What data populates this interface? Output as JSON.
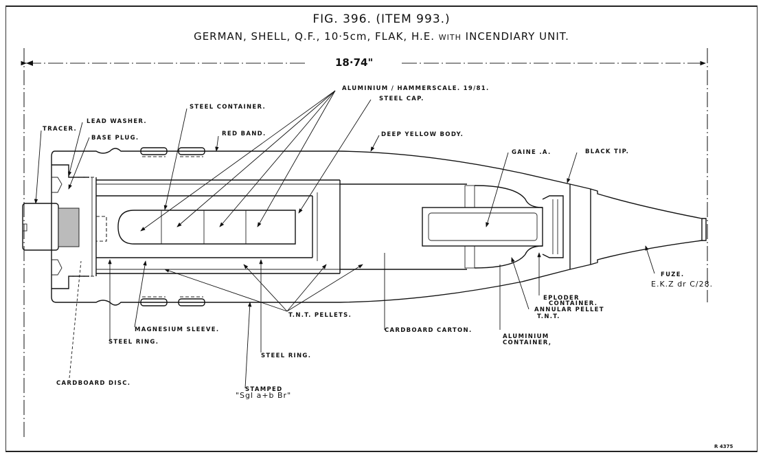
{
  "figure": {
    "title": "FIG. 396. (ITEM 993.)",
    "subtitle_main": "GERMAN, SHELL, Q.F., 10·5cm, FLAK, H.E.",
    "subtitle_small": "WITH",
    "subtitle_end": "INCENDIARY UNIT.",
    "overall_length": "18·74\"",
    "reference": "R 4375"
  },
  "labels": {
    "tracer": "TRACER.",
    "lead_washer": "LEAD WASHER.",
    "base_plug": "BASE PLUG.",
    "steel_container": "STEEL CONTAINER.",
    "red_band": "RED BAND.",
    "aluminium_hammerscale": "ALUMINIUM / HAMMERSCALE. 19/81.",
    "steel_cap": "STEEL CAP.",
    "deep_yellow_body": "DEEP YELLOW BODY.",
    "gaine": "GAINE .A.",
    "black_tip": "BLACK TIP.",
    "fuze": "FUZE.",
    "fuze_type": "E.K.Z dr C/28.",
    "exploder_container_1": "EPLODER",
    "exploder_container_2": "CONTAINER.",
    "annular_pellet_1": "ANNULAR PELLET",
    "annular_pellet_2": "T.N.T.",
    "aluminium_container_1": "ALUMINIUM",
    "aluminium_container_2": "CONTAINER,",
    "cardboard_carton": "CARDBOARD CARTON.",
    "tnt_pellets": "T.N.T. PELLETS.",
    "magnesium_sleeve": "MAGNESIUM SLEEVE.",
    "steel_ring_left": "STEEL RING.",
    "steel_ring_right": "STEEL RING.",
    "cardboard_disc": "CARDBOARD DISC.",
    "stamped_1": "STAMPED",
    "stamped_2": "\"Sgl a+b Br\""
  }
}
